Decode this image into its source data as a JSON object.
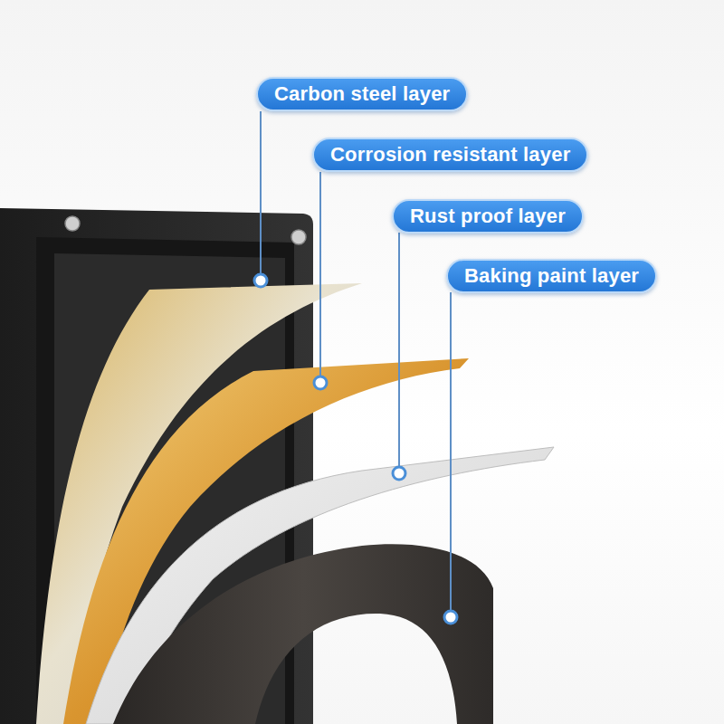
{
  "diagram": {
    "nodes": [
      {
        "text": [
          "Carbon steel layer"
        ]
      },
      {
        "text": [
          "Corrosion resistant layer"
        ]
      },
      {
        "text": [
          "Rust proof layer"
        ]
      },
      {
        "text": [
          "Baking paint layer"
        ]
      }
    ]
  }
}
